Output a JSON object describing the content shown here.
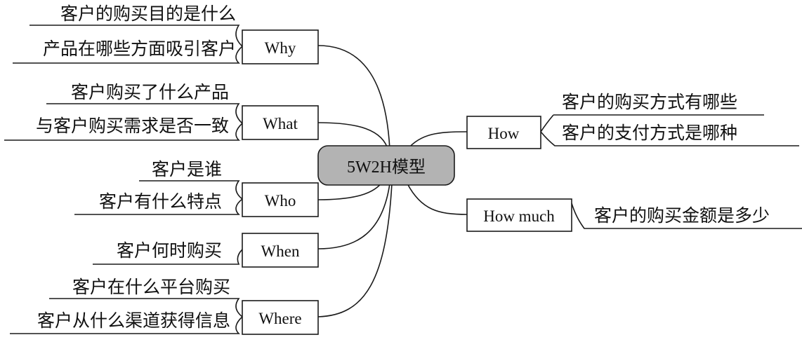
{
  "center": {
    "label": "5W2H模型"
  },
  "branches": {
    "why": {
      "label": "Why",
      "items": [
        "客户的购买目的是什么",
        "产品在哪些方面吸引客户"
      ]
    },
    "what": {
      "label": "What",
      "items": [
        "客户购买了什么产品",
        "与客户购买需求是否一致"
      ]
    },
    "who": {
      "label": "Who",
      "items": [
        "客户是谁",
        "客户有什么特点"
      ]
    },
    "when": {
      "label": "When",
      "items": [
        "客户何时购买"
      ]
    },
    "where": {
      "label": "Where",
      "items": [
        "客户在什么平台购买",
        "客户从什么渠道获得信息"
      ]
    },
    "how": {
      "label": "How",
      "items": [
        "客户的购买方式有哪些",
        "客户的支付方式是哪种"
      ]
    },
    "howmuch": {
      "label": "How much",
      "items": [
        "客户的购买金额是多少"
      ]
    }
  },
  "colors": {
    "center_fill": "#b3b3b3",
    "line": "#1a1a1a",
    "node_fill": "#ffffff"
  }
}
